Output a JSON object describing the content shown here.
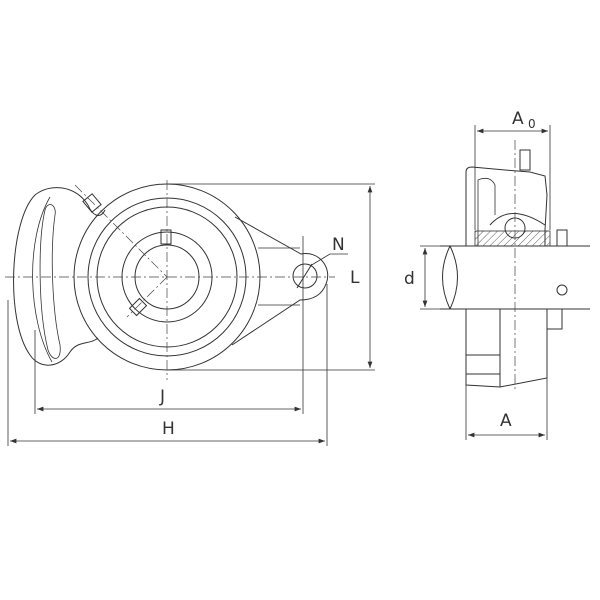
{
  "drawing": {
    "front_view": {
      "labels": {
        "L": "L",
        "N": "N",
        "J": "J",
        "H": "H"
      }
    },
    "side_view": {
      "labels": {
        "A0_main": "A",
        "A0_sub": "0",
        "d": "d",
        "A": "A"
      }
    },
    "colors": {
      "line": "#333333",
      "background": "#ffffff"
    }
  }
}
